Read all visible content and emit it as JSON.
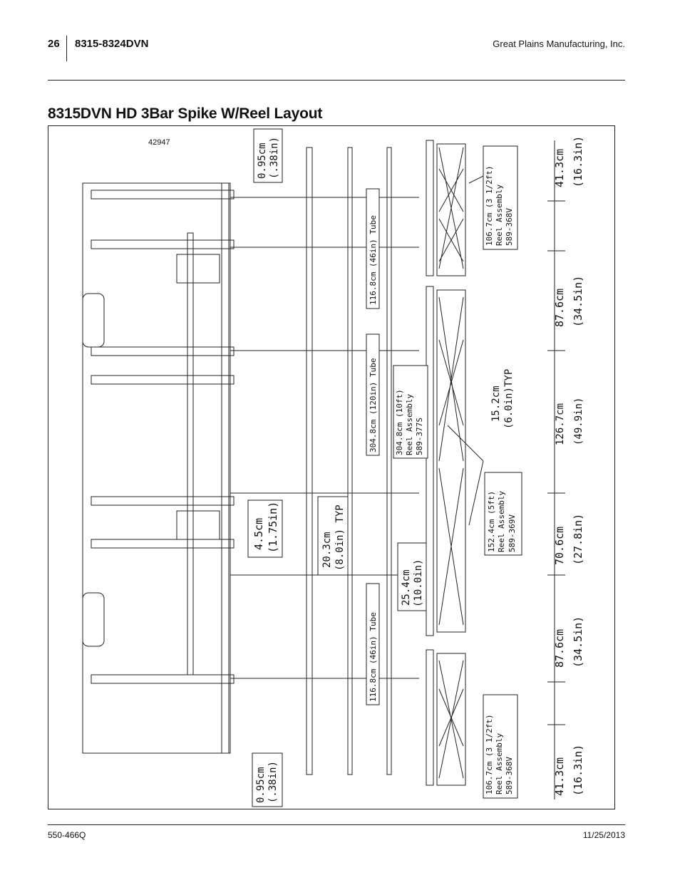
{
  "header": {
    "page_number": "26",
    "model": "8315-8324DVN",
    "company": "Great Plains Manufacturing, Inc."
  },
  "title": "8315DVN HD 3Bar Spike W/Reel Layout",
  "figure": {
    "figure_id": "42947",
    "labels": {
      "gap_top": [
        "0.95cm",
        "(.38in)"
      ],
      "gap_bottom": [
        "0.95cm",
        "(.38in)"
      ],
      "spacing_a": [
        "4.5cm",
        "(1.75in)"
      ],
      "spacing_b": [
        "20.3cm",
        "(8.0in) TYP"
      ],
      "spacing_c": [
        "25.4cm",
        "(10.0in)"
      ],
      "tube_top": "116.8cm (46in) Tube",
      "tube_mid": "304.8cm (120in) Tube",
      "tube_bottom": "116.8cm (46in) Tube",
      "reel_top": [
        "106.7cm (3 1/2ft)",
        "Reel Assembly",
        "589-368V"
      ],
      "reel_mid": [
        "304.8cm (10ft)",
        "Reel Assembly",
        "589-377S"
      ],
      "reel_5ft": [
        "152.4cm (5ft)",
        "Reel Assembly",
        "589-369V"
      ],
      "reel_bottom": [
        "106.7cm (3 1/2ft)",
        "Reel Assembly",
        "589-368V"
      ],
      "reel_gap": [
        "15.2cm",
        "(6.0in)TYP"
      ]
    },
    "dims": [
      [
        "41.3cm",
        "(16.3in)"
      ],
      [
        "87.6cm",
        "(34.5in)"
      ],
      [
        "126.7cm",
        "(49.9in)"
      ],
      [
        "70.6cm",
        "(27.8in)"
      ],
      [
        "87.6cm",
        "(34.5in)"
      ],
      [
        "41.3cm",
        "(16.3in)"
      ]
    ]
  },
  "footer": {
    "doc_number": "550-466Q",
    "date": "11/25/2013"
  }
}
